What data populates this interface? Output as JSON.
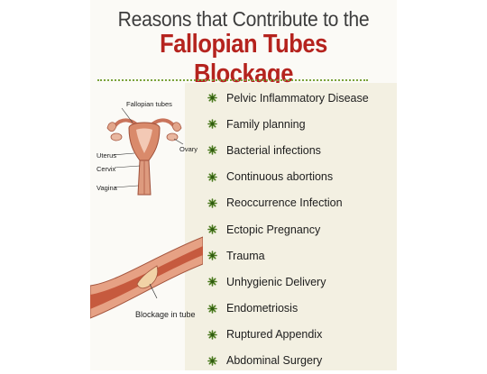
{
  "header": {
    "title_line1": "Reasons that Contribute to the",
    "title_line2": "Fallopian Tubes Blockage"
  },
  "anatomy": {
    "fallopian_tubes": "Fallopian tubes",
    "ovary": "Ovary",
    "uterus": "Uterus",
    "cervix": "Cervix",
    "vagina": "Vagina",
    "blockage": "Blockage in tube"
  },
  "causes": [
    "Pelvic Inflammatory Disease",
    "Family planning",
    "Bacterial infections",
    "Continuous abortions",
    "Reoccurrence Infection",
    "Ectopic Pregnancy",
    "Trauma",
    "Unhygienic Delivery",
    "Endometriosis",
    "Ruptured Appendix",
    "Abdominal Surgery"
  ],
  "colors": {
    "title_red": "#b5231e",
    "bullet_green": "#4a7a1e",
    "tissue": "#d98a6b"
  }
}
